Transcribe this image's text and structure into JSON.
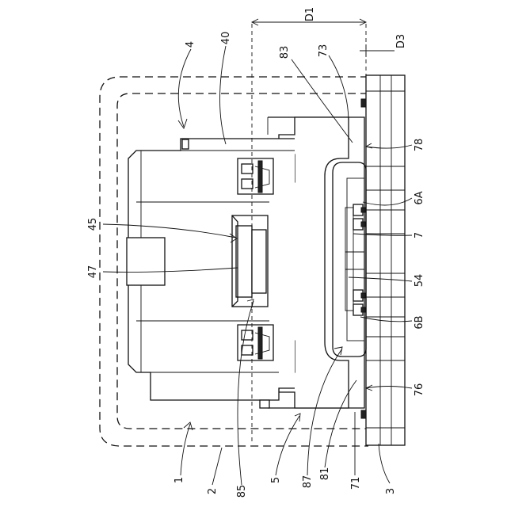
{
  "labels": {
    "d1": "D1",
    "d3": "D3",
    "n83": "83",
    "n73": "73",
    "n40": "40",
    "n4": "4",
    "n78": "78",
    "n6a": "6A",
    "n45": "45",
    "n7": "7",
    "n47": "47",
    "n54": "54",
    "n6b": "6B",
    "n76": "76",
    "n1": "1",
    "n2": "2",
    "n85": "85",
    "n5": "5",
    "n87": "87",
    "n81": "81",
    "n71": "71",
    "n3": "3"
  }
}
